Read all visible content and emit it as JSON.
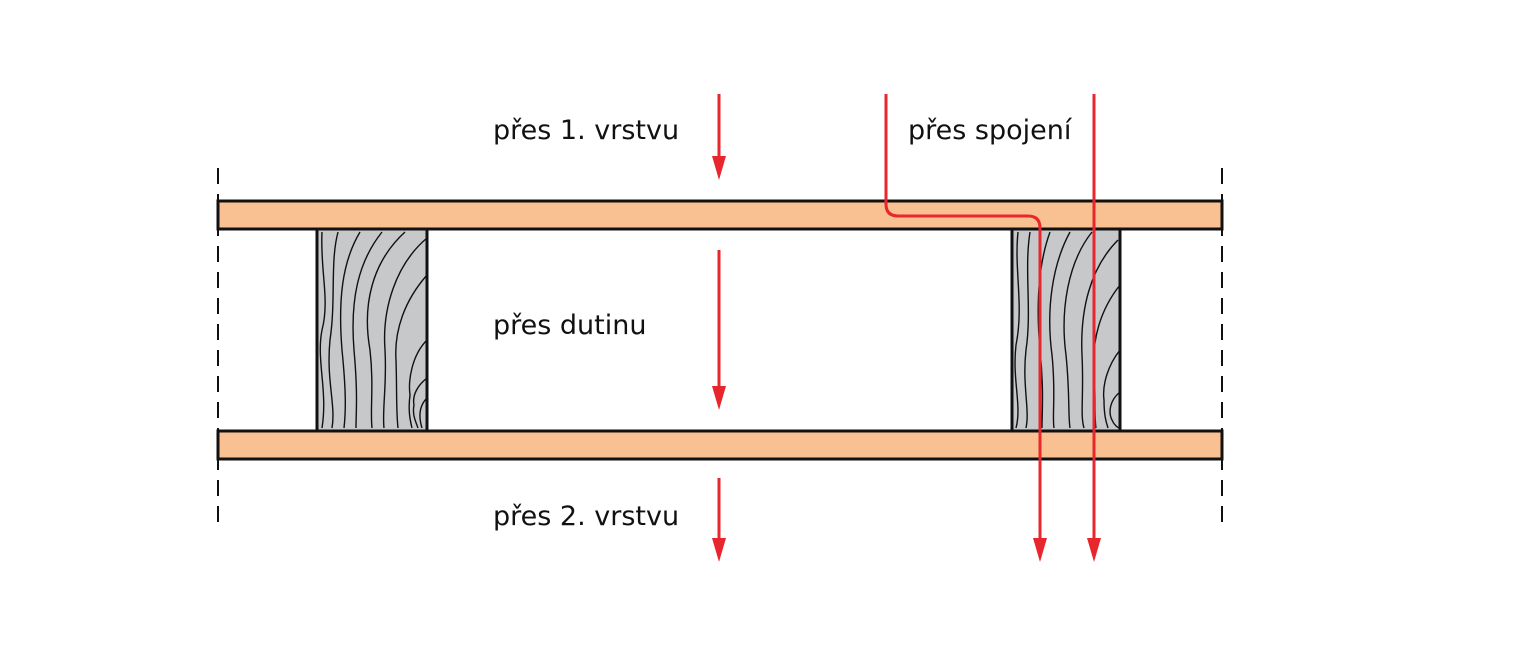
{
  "labels": {
    "layer1": "přes 1. vrstvu",
    "joint": "přes spojení",
    "cavity": "přes dutinu",
    "layer2": "přes 2. vrstvu"
  },
  "colors": {
    "board": "#F9C091",
    "stud": "#C6C8CA",
    "arrow": "#E8262D",
    "outline": "#111111"
  }
}
